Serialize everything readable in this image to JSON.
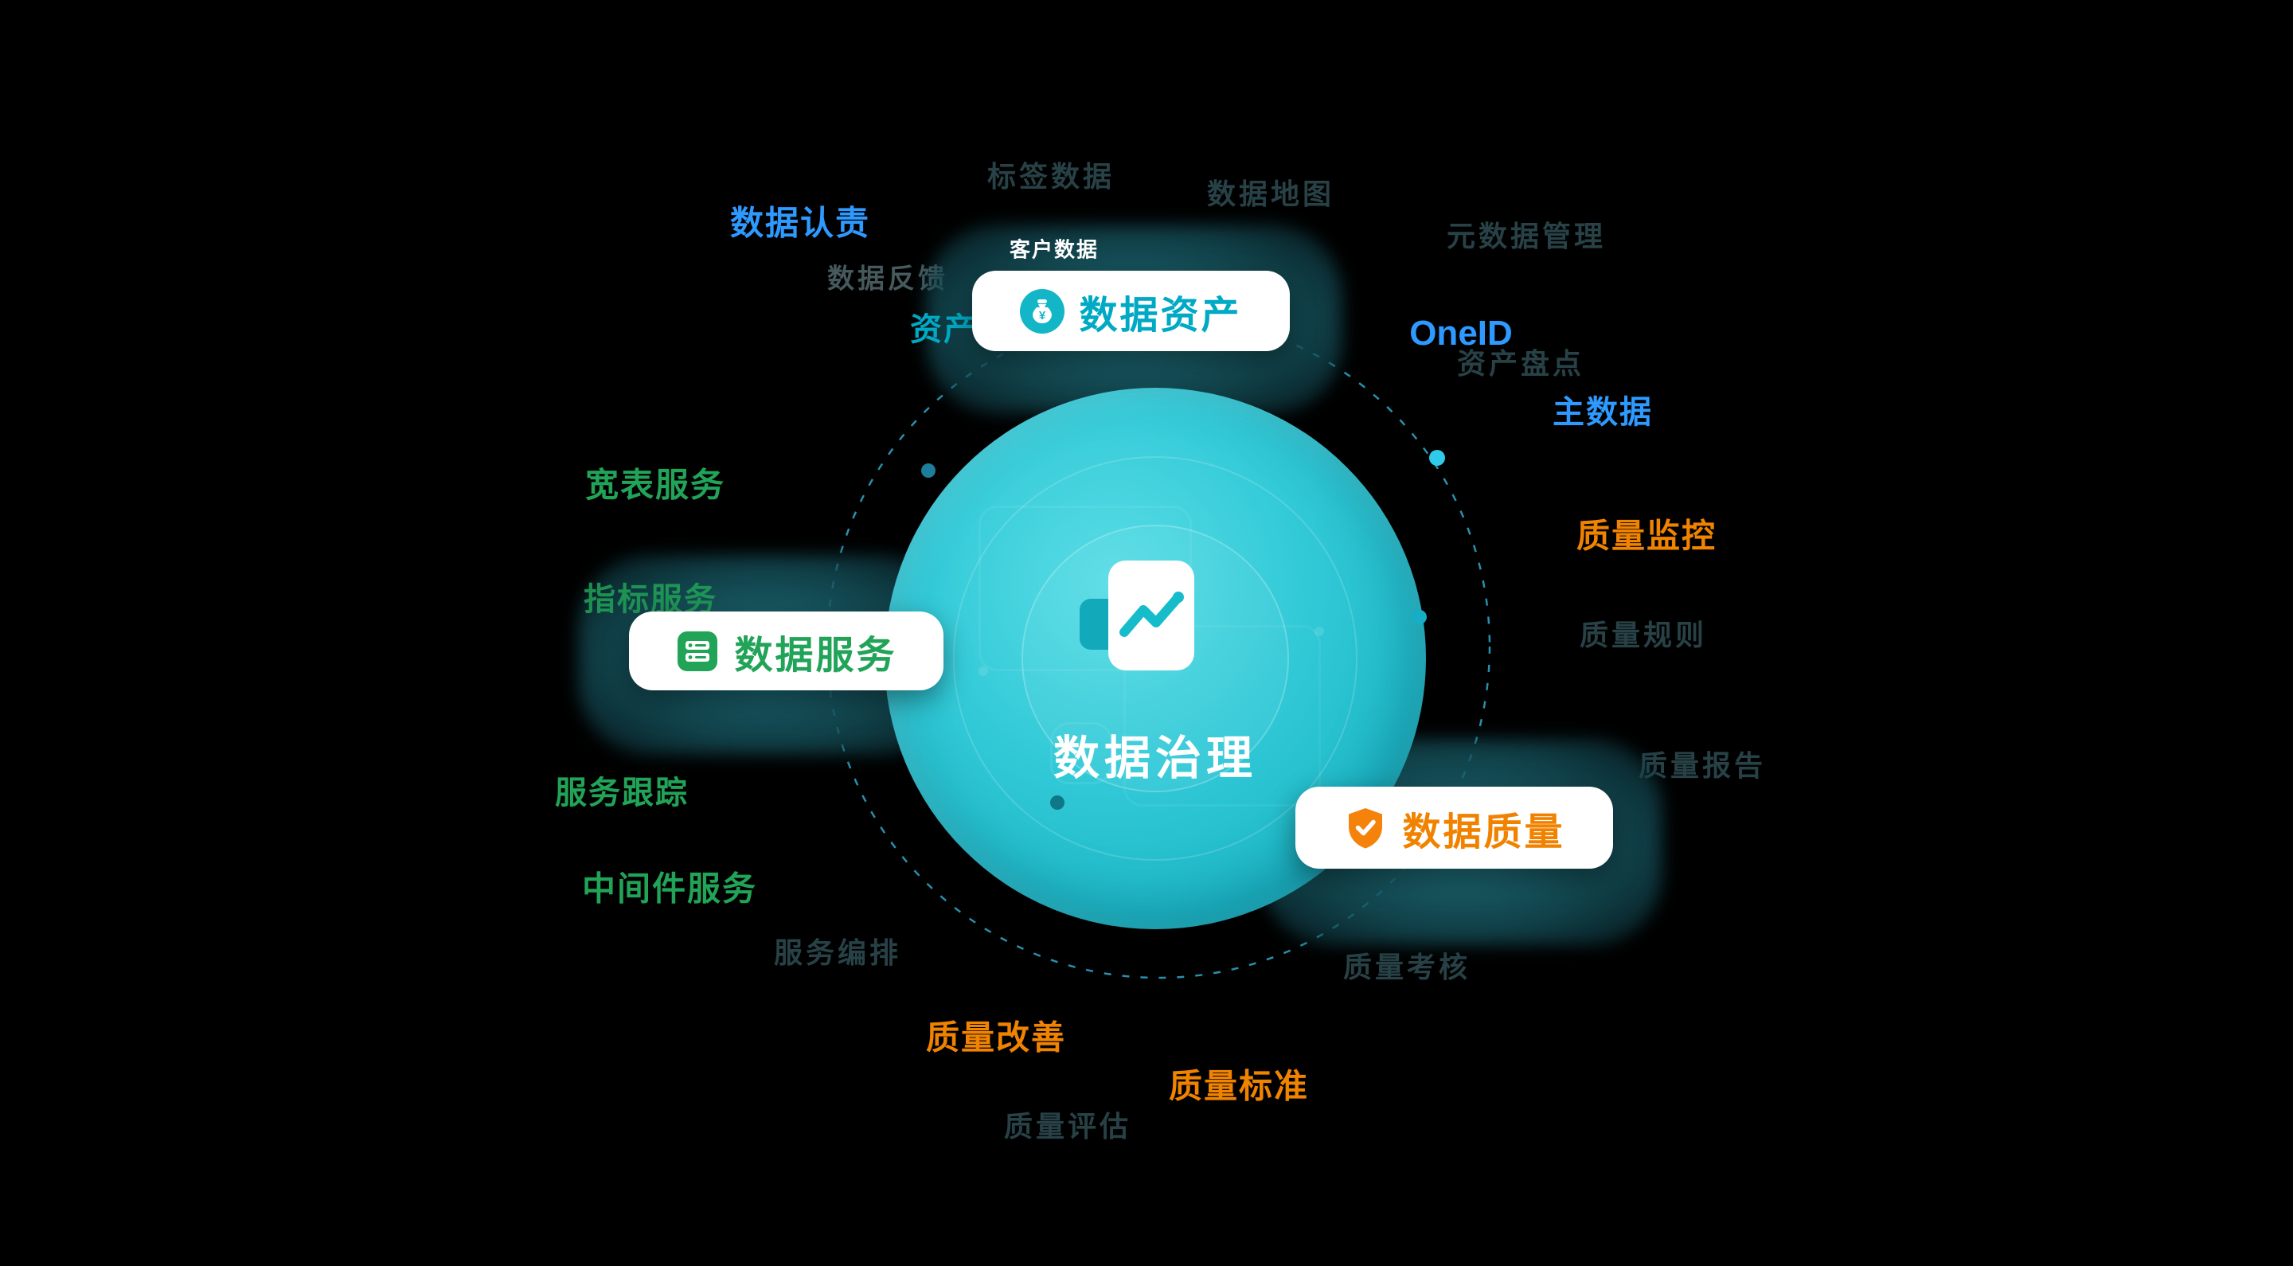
{
  "center": {
    "title": "数据治理",
    "icon": "report-chart-icon"
  },
  "pills": {
    "assets": {
      "label": "数据资产",
      "icon": "money-bag-icon",
      "color": "#00a9c4"
    },
    "services": {
      "label": "数据服务",
      "icon": "server-stack-icon",
      "color": "#21a358"
    },
    "quality": {
      "label": "数据质量",
      "icon": "shield-check-icon",
      "color": "#f08200"
    }
  },
  "tags": {
    "customer_data": "客户数据",
    "asset_partial": "资产"
  },
  "satellites": {
    "data_accountability": {
      "text": "数据认责",
      "color": "#2e9aff"
    },
    "oneid": {
      "text": "OneID",
      "color": "#2e9aff"
    },
    "master_data": {
      "text": "主数据",
      "color": "#2e9aff"
    },
    "quality_monitoring": {
      "text": "质量监控",
      "color": "#f08300"
    },
    "wide_table_service": {
      "text": "宽表服务",
      "color": "#21a358"
    },
    "indicator_service": {
      "text": "指标服务",
      "color": "#21a358"
    },
    "service_tracking": {
      "text": "服务跟踪",
      "color": "#21a358"
    },
    "middleware_service": {
      "text": "中间件服务",
      "color": "#21a358"
    },
    "quality_improvement": {
      "text": "质量改善",
      "color": "#f08300"
    },
    "quality_standard": {
      "text": "质量标准",
      "color": "#f08300"
    }
  },
  "ghost_labels": {
    "g1": {
      "text": "标签数据"
    },
    "g2": {
      "text": "数据地图"
    },
    "g3": {
      "text": "元数据管理"
    },
    "g4": {
      "text": "资产盘点"
    },
    "g5": {
      "text": "质量规则"
    },
    "g6": {
      "text": "质量报告"
    },
    "g7": {
      "text": "质量考核"
    },
    "g8": {
      "text": "服务编排"
    },
    "g9": {
      "text": "质量评估"
    },
    "feedback": {
      "text": "数据反馈"
    }
  },
  "colors": {
    "blue": "#2e9aff",
    "green": "#21a358",
    "orange": "#f08300",
    "teal": "#00a9c4",
    "circle": "#2cc5d3",
    "background": "#000000"
  }
}
